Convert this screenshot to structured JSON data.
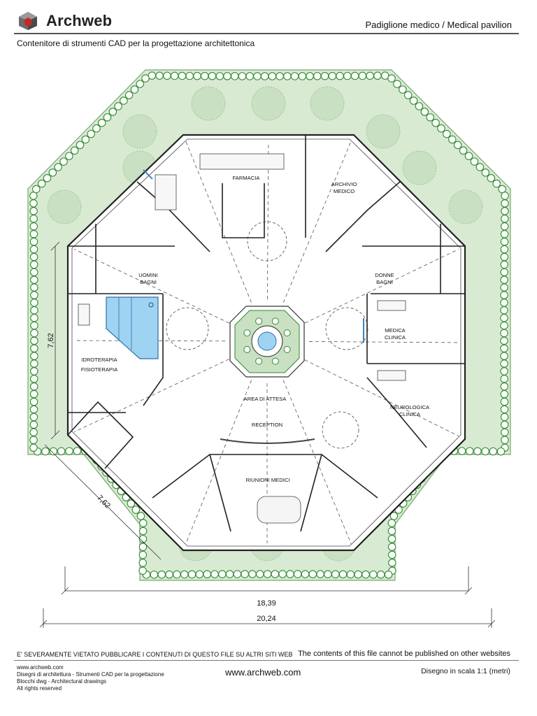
{
  "header": {
    "brand": "Archweb",
    "title": "Padiglione medico  /  Medical pavilion",
    "subtitle": "Contenitore di strumenti CAD per la progettazione architettonica"
  },
  "rooms": {
    "farmacia": "FARMACIA",
    "archivio_1": "ARCHIVIO",
    "archivio_2": "MEDICO",
    "uomini_1": "UOMINI",
    "uomini_2": "BAGNI",
    "donne_1": "DONNE",
    "donne_2": "BAGNI",
    "idro": "IDROTERAPIA",
    "fisio": "FISIOTERAPIA",
    "medica_1": "MEDICA",
    "medica_2": "CLINICA",
    "attesa": "AREA DI ATTESA",
    "reception": "RECEPTION",
    "neuro_1": "NEUROLOGICA",
    "neuro_2": "CLINICA",
    "riunioni": "RIUNIONI MEDICI"
  },
  "dimensions": {
    "side_vertical": "7,62",
    "side_diagonal": "7,62",
    "inner_width": "18,39",
    "overall_width": "20,24"
  },
  "footer": {
    "warning_it": "E' SEVERAMENTE VIETATO PUBBLICARE I CONTENUTI DI QUESTO FILE SU ALTRI SITI WEB",
    "warning_en": "The contents of this file cannot be published on other websites",
    "left_lines": [
      "www.archweb.com",
      "Disegni di architettura - Strumenti CAD  per la progettazione",
      "Blocchi dwg - Architectural drawings",
      "All rights reserved"
    ],
    "site_url": "www.archweb.com",
    "scale": "Disegno in scala 1:1 (metri)"
  },
  "colors": {
    "garden_fill": "#d9ead3",
    "shrub": "#2e8b2e",
    "tree_fill": "#c9e0c3",
    "pool": "#9fd3f2",
    "walls": "#222222"
  }
}
